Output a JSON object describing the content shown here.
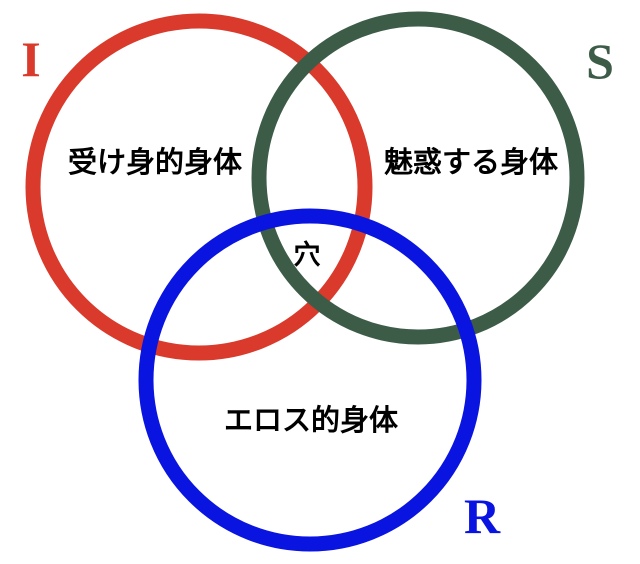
{
  "circles": {
    "imaginary": {
      "letter": "I",
      "label": "受け身的身体",
      "color": "#d93a2b"
    },
    "symbolic": {
      "letter": "S",
      "label": "魅惑する身体",
      "color": "#3d5c48"
    },
    "real": {
      "letter": "R",
      "label": "エロス的身体",
      "color": "#0a14e0"
    }
  },
  "center": {
    "label": "穴"
  }
}
